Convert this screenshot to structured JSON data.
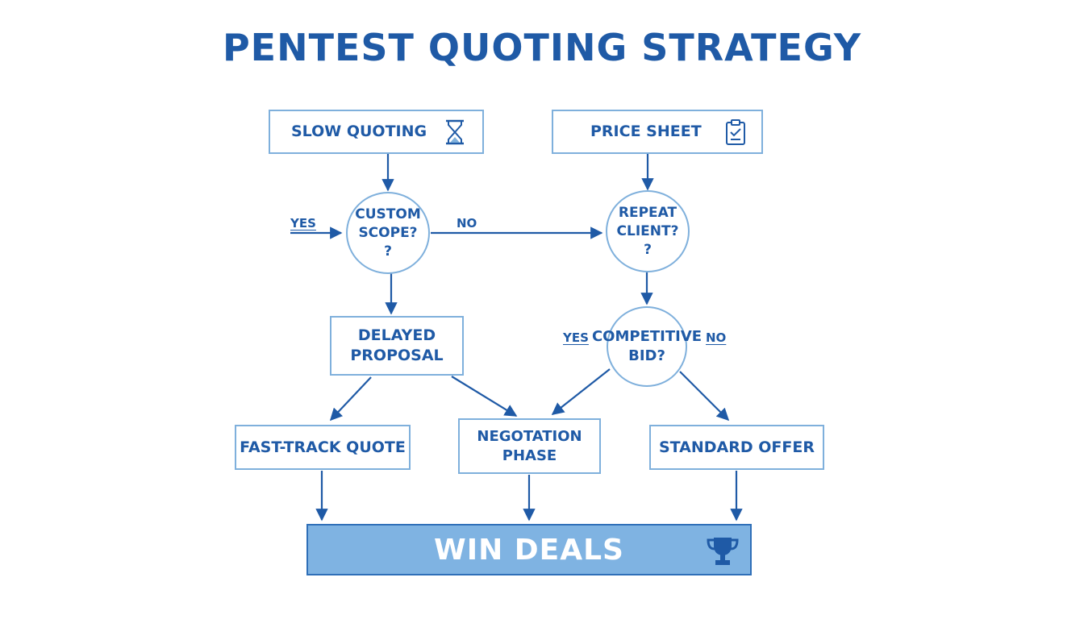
{
  "title": "PENTEST QUOTING STRATEGY",
  "colors": {
    "primary": "#1f5aa6",
    "box_border": "#7fb0dc",
    "win_fill": "#7fb3e2",
    "win_border": "#2f6fb8"
  },
  "nodes": {
    "slow_quoting": "SLOW QUOTING",
    "price_sheet": "PRICE SHEET",
    "custom_scope": "CUSTOM\nSCOPE?\n?",
    "repeat_client": "REPEAT\nCLIENT?\n?",
    "delayed_proposal": "DELAYED\nPROPOSAL",
    "competitive_bid": "COMPETITIVE\nBID?",
    "fast_track_quote": "FAST-TRACK QUOTE",
    "negotiation_phase": "NEGOTATION\nPHASE",
    "standard_offer": "STANDARD OFFER",
    "win_deals": "WIN DEALS"
  },
  "edge_labels": {
    "custom_yes": "YES",
    "custom_no": "NO",
    "competitive_yes": "YES",
    "competitive_no": "NO"
  },
  "icons": {
    "slow_quoting": "hourglass-icon",
    "price_sheet": "clipboard-check-icon",
    "win_deals": "trophy-icon"
  }
}
